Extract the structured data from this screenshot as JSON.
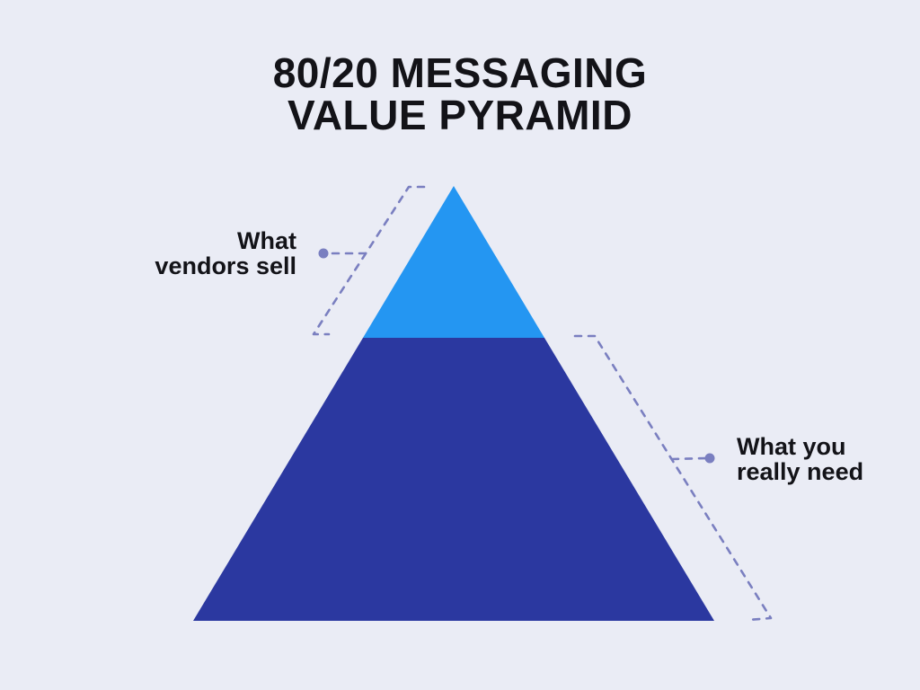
{
  "title": {
    "line1": "80/20 MESSAGING",
    "line2": "VALUE PYRAMID"
  },
  "callouts": {
    "left": {
      "line1": "What",
      "line2": "vendors sell"
    },
    "right": {
      "line1": "What you",
      "line2": "really need"
    }
  },
  "pyramid": {
    "type": "pyramid",
    "segments": [
      {
        "label": "What vendors sell",
        "position": "top",
        "color": "#2496F2",
        "height_fraction": 0.35
      },
      {
        "label": "What you really need",
        "position": "bottom",
        "color": "#2B38A0",
        "height_fraction": 0.65
      }
    ]
  },
  "colors": {
    "background": "#EAECF5",
    "text": "#131318",
    "pyramid_top": "#2496F2",
    "pyramid_bottom": "#2B38A0",
    "connector": "#7A7FC0"
  }
}
